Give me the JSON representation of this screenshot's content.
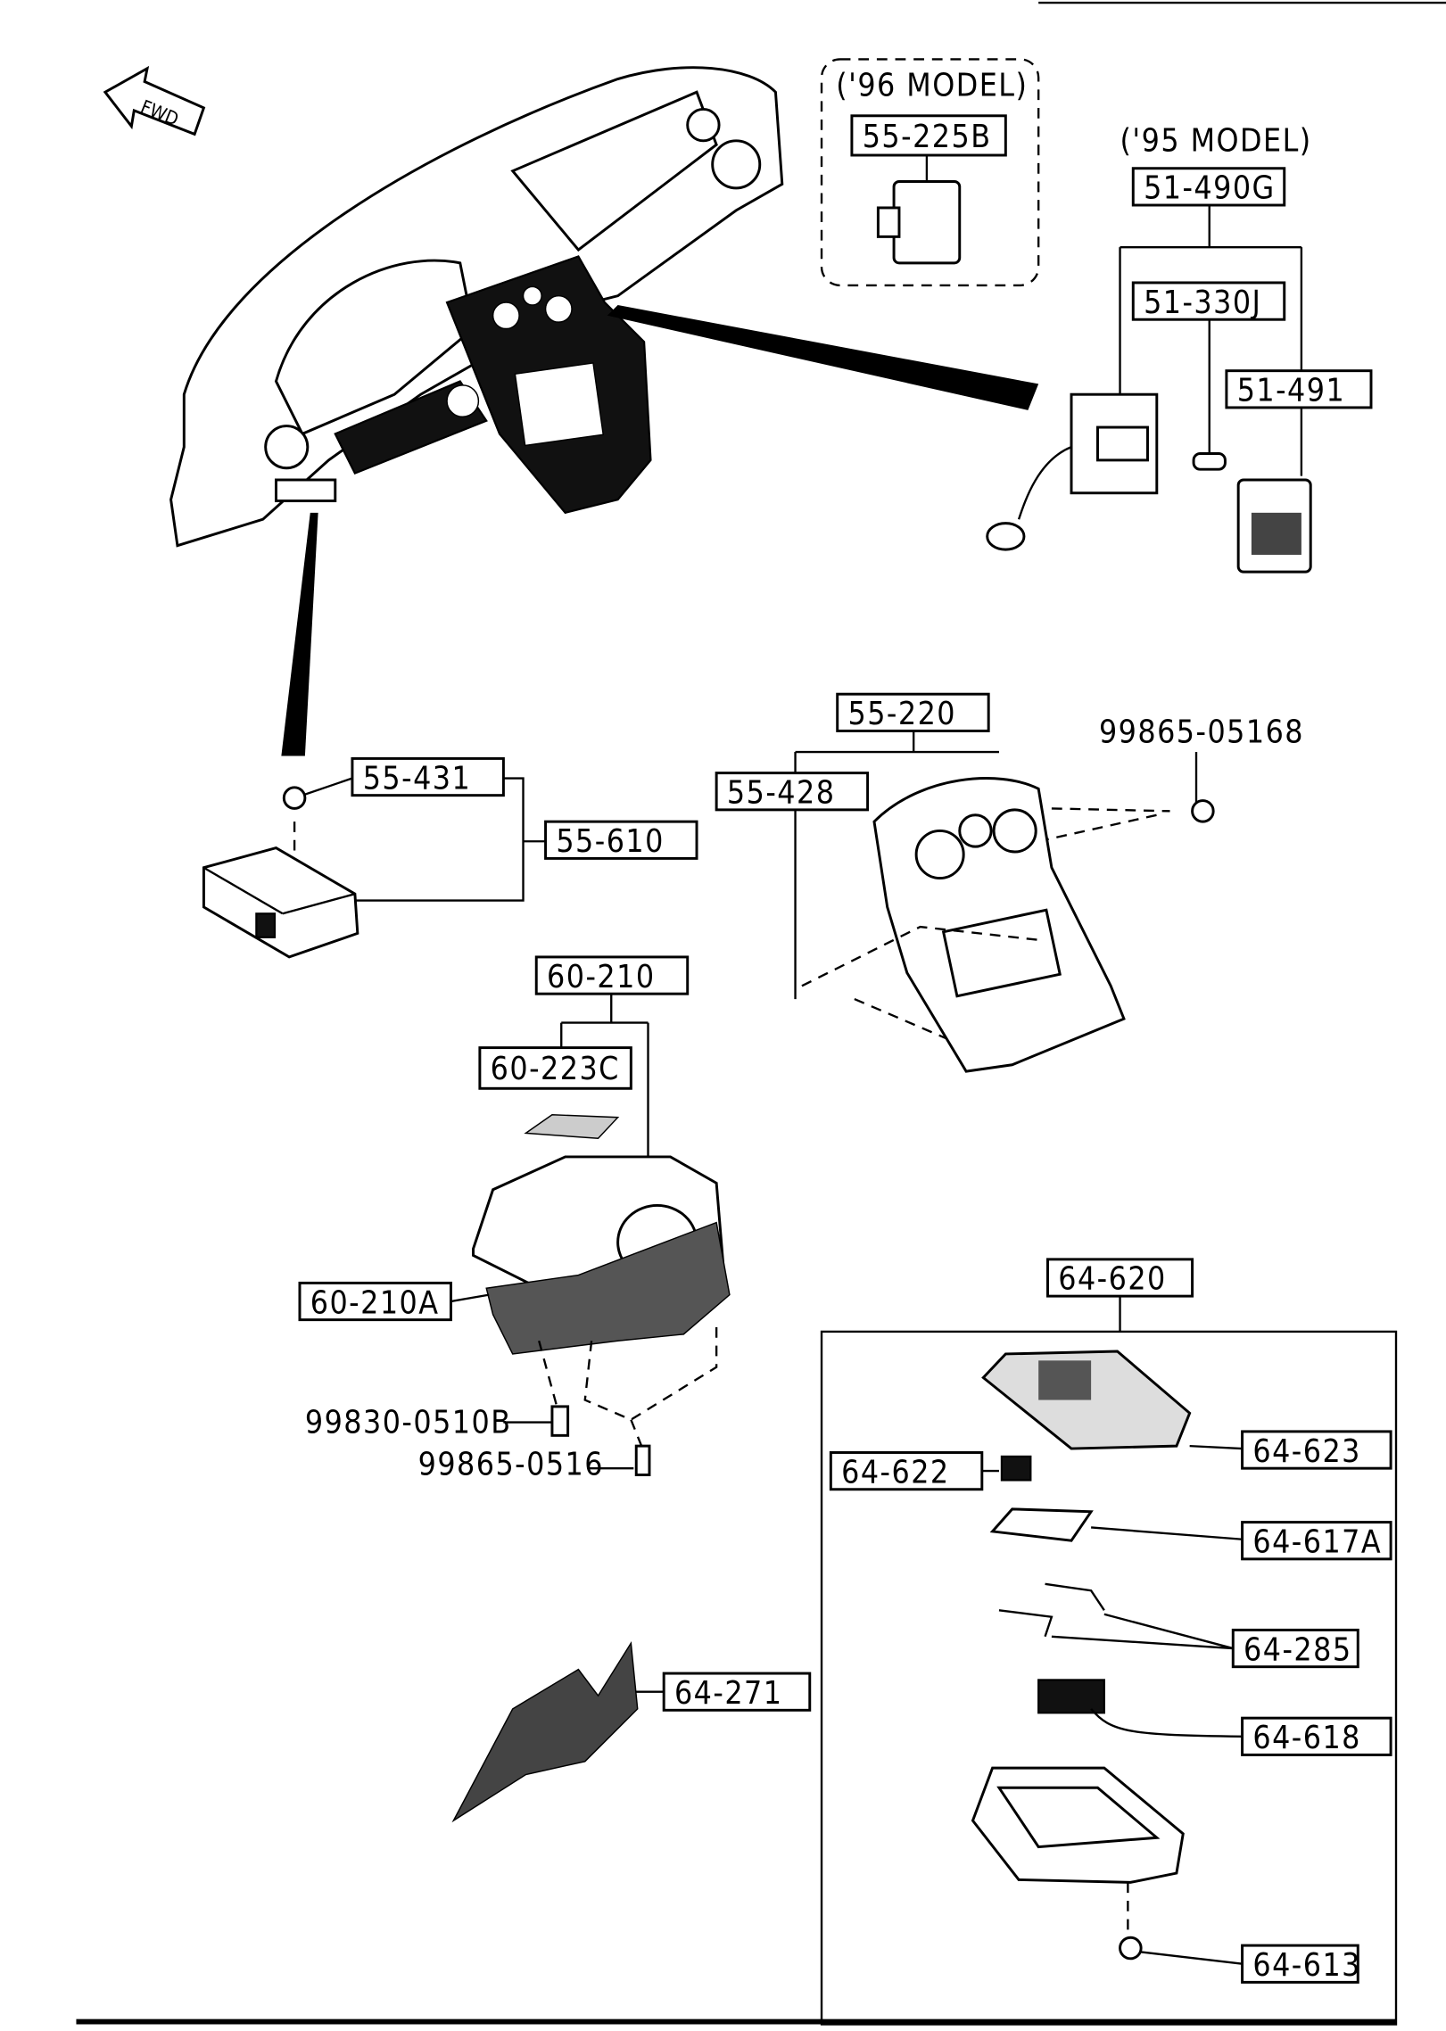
{
  "orientation": {
    "fwd_label": "FWD"
  },
  "models": {
    "model_96": "('96 MODEL)",
    "model_95": "('95 MODEL)"
  },
  "parts": {
    "p55_225B": "55-225B",
    "p51_490G": "51-490G",
    "p51_330J": "51-330J",
    "p51_491": "51-491",
    "p55_220": "55-220",
    "p99865_05168": "99865-05168",
    "p55_431": "55-431",
    "p55_428": "55-428",
    "p55_610": "55-610",
    "p60_210": "60-210",
    "p60_223C": "60-223C",
    "p60_210A": "60-210A",
    "p99830_0510B": "99830-0510B",
    "p99865_0516": "99865-0516",
    "p64_620": "64-620",
    "p64_623": "64-623",
    "p64_622": "64-622",
    "p64_617A": "64-617A",
    "p64_285": "64-285",
    "p64_271": "64-271",
    "p64_618": "64-618",
    "p64_613": "64-613"
  }
}
